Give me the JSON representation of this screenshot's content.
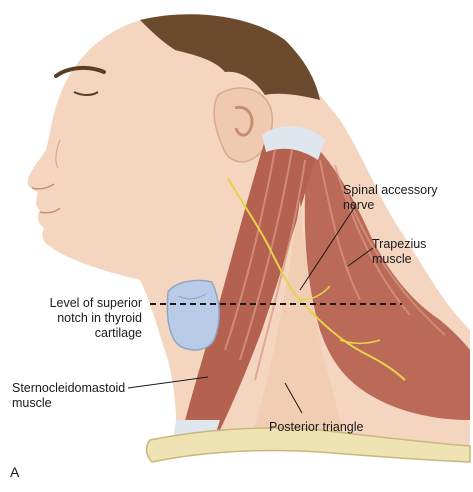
{
  "panel_letter": "A",
  "labels": {
    "spinal_accessory_nerve": "Spinal accessory\nnerve",
    "trapezius_muscle": "Trapezius\nmuscle",
    "level_superior_notch": "Level of superior\nnotch in thyroid\ncartilage",
    "sternocleidomastoid_muscle": "Sternocleidomastoid\nmuscle",
    "posterior_triangle": "Posterior triangle"
  },
  "colors": {
    "skin": "#f4d6c0",
    "skin_shadow": "#e3b79b",
    "hair": "#6b4a2e",
    "muscle": "#b5614f",
    "muscle_light": "#d99a86",
    "tendon": "#dfe6ee",
    "nerve": "#e8d24a",
    "cartilage": "#b9cbe6",
    "clavicle": "#efe3b4",
    "leader_line": "#1a1a1a"
  }
}
